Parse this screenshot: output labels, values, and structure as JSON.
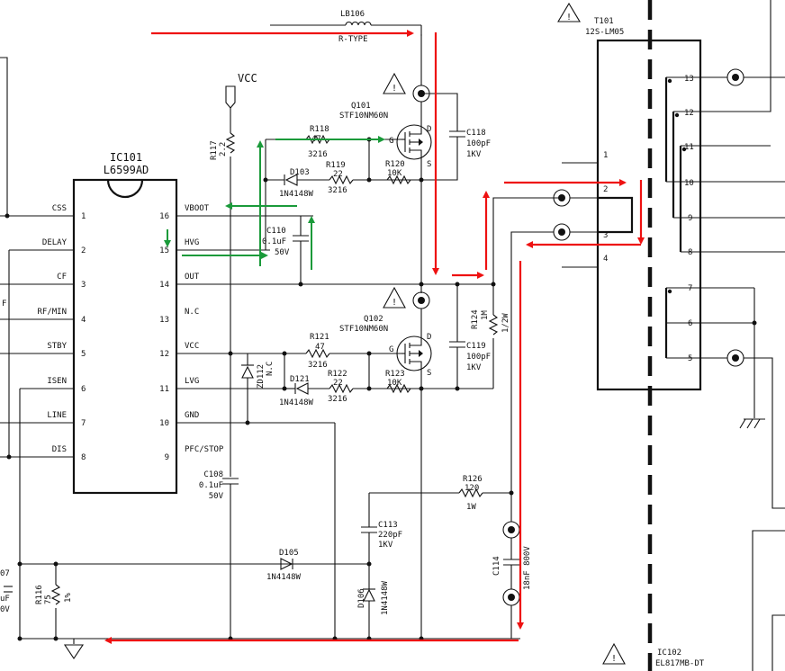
{
  "ic101": {
    "ref": "IC101",
    "part": "L6599AD",
    "left_pins": [
      {
        "num": "1",
        "name": "CSS"
      },
      {
        "num": "2",
        "name": "DELAY"
      },
      {
        "num": "3",
        "name": "CF"
      },
      {
        "num": "4",
        "name": "RF/MIN"
      },
      {
        "num": "5",
        "name": "STBY"
      },
      {
        "num": "6",
        "name": "ISEN"
      },
      {
        "num": "7",
        "name": "LINE"
      },
      {
        "num": "8",
        "name": "DIS"
      }
    ],
    "right_pins": [
      {
        "num": "16",
        "name": "VBOOT"
      },
      {
        "num": "15",
        "name": "HVG"
      },
      {
        "num": "14",
        "name": "OUT"
      },
      {
        "num": "13",
        "name": "N.C"
      },
      {
        "num": "12",
        "name": "VCC"
      },
      {
        "num": "11",
        "name": "LVG"
      },
      {
        "num": "10",
        "name": "GND"
      },
      {
        "num": "9",
        "name": "PFC/STOP"
      }
    ]
  },
  "vcc_label": "VCC",
  "parts": {
    "lb106": {
      "ref": "LB106",
      "value": "R-TYPE"
    },
    "r117": {
      "ref": "R117",
      "value": "2.2"
    },
    "q101": {
      "ref": "Q101",
      "part": "STF10NM60N"
    },
    "q102": {
      "ref": "Q102",
      "part": "STF10NM60N"
    },
    "r118": {
      "ref": "R118",
      "value": "47",
      "pkg": "3216"
    },
    "r119": {
      "ref": "R119",
      "value": "22",
      "pkg": "3216"
    },
    "r120": {
      "ref": "R120",
      "value": "10K"
    },
    "d103": {
      "ref": "D103",
      "part": "1N4148W"
    },
    "c118": {
      "ref": "C118",
      "value": "100pF",
      "rating": "1KV"
    },
    "c110": {
      "ref": "C110",
      "value": "0.1uF",
      "rating": "50V"
    },
    "r121": {
      "ref": "R121",
      "value": "47",
      "pkg": "3216"
    },
    "r122": {
      "ref": "R122",
      "value": "22",
      "pkg": "3216"
    },
    "r123": {
      "ref": "R123",
      "value": "10K"
    },
    "d121": {
      "ref": "D121",
      "part": "1N4148W"
    },
    "c119": {
      "ref": "C119",
      "value": "100pF",
      "rating": "1KV"
    },
    "zd112": {
      "ref": "ZD112",
      "value": "N.C"
    },
    "r124": {
      "ref": "R124",
      "value": "1M",
      "rating": "1/2W"
    },
    "c108": {
      "ref": "C108",
      "value": "0.1uF",
      "rating": "50V"
    },
    "r126": {
      "ref": "R126",
      "value": "120",
      "rating": "1W"
    },
    "c113": {
      "ref": "C113",
      "value": "220pF",
      "rating": "1KV"
    },
    "c114": {
      "ref": "C114",
      "value": "18nF 800V"
    },
    "d105": {
      "ref": "D105",
      "part": "1N4148W"
    },
    "d106": {
      "ref": "D106",
      "part": "1N4148W"
    },
    "r116": {
      "ref": "R116",
      "value": "75",
      "rating": "1%"
    },
    "c107_partial": {
      "ref": "07",
      "value": "uF",
      "rating": "0V"
    },
    "cf_partial": "F"
  },
  "q_pins": {
    "g": "G",
    "d": "D",
    "s": "S"
  },
  "t101": {
    "ref": "T101",
    "part": "12S-LM05",
    "primary_pins": [
      "1",
      "2",
      "3",
      "4"
    ],
    "secondary_pins": [
      "13",
      "12",
      "11",
      "10",
      "9",
      "8",
      "7",
      "6",
      "5"
    ]
  },
  "ic102": {
    "ref": "IC102",
    "part": "EL817MB-DT"
  },
  "colors": {
    "wire": "#111111",
    "current_arrow": "#e11111",
    "drive_arrow": "#1a9a3a"
  }
}
